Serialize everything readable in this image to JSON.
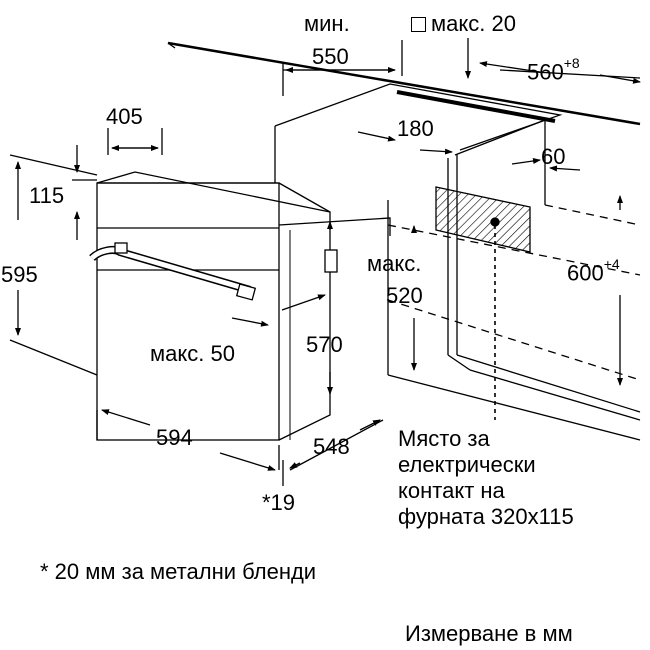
{
  "dimensions": {
    "min_label": "мин.",
    "min_value": "550",
    "max20_label": "макс. 20",
    "niche_width": "560",
    "niche_width_tol": "+8",
    "d405": "405",
    "d180": "180",
    "d60": "60",
    "d115": "115",
    "d595": "595",
    "d600": "600",
    "d600_tol": "+4",
    "max_label": "макс.",
    "d520": "520",
    "d570": "570",
    "max50": "макс. 50",
    "d594": "594",
    "d548": "548",
    "d19": "*19"
  },
  "notes": {
    "socket_line1": "Място за",
    "socket_line2": "електрически",
    "socket_line3": "контакт на",
    "socket_line4": "фурната 320x115",
    "footnote": "* 20 мм за метални бленди",
    "units": "Измерване в мм"
  }
}
